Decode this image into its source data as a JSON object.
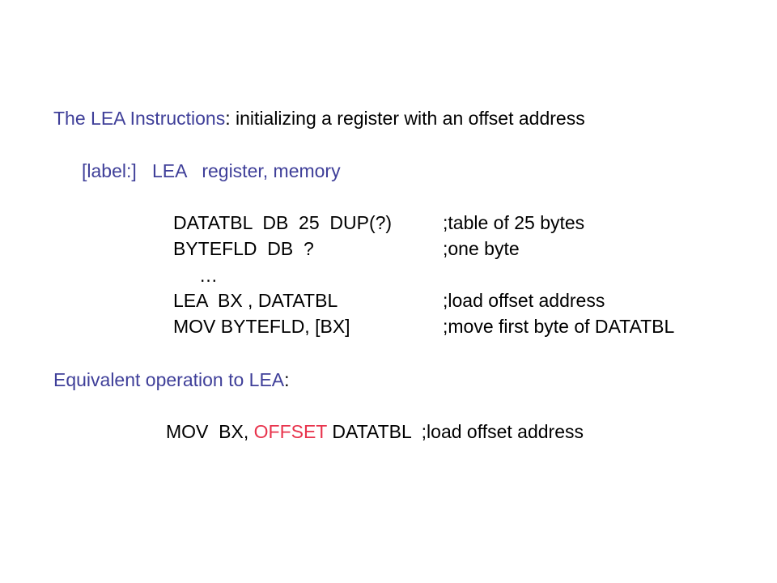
{
  "heading": {
    "title": "The LEA Instructions",
    "separator": ":",
    "description": " initializing a register with an offset address"
  },
  "syntax": {
    "label": "[label:]",
    "mnemonic": "LEA",
    "operands": "register, memory"
  },
  "example": {
    "rows": [
      {
        "code": "DATATBL  DB  25  DUP(?)",
        "comment": ";table of 25 bytes"
      },
      {
        "code": "BYTEFLD  DB  ?",
        "comment": ";one byte"
      },
      {
        "code": "     …",
        "comment": ""
      },
      {
        "code": "LEA  BX , DATATBL",
        "comment": ";load offset address"
      },
      {
        "code": "MOV BYTEFLD, [BX]",
        "comment": ";move first byte of DATATBL"
      }
    ]
  },
  "equivalent": {
    "title": "Equivalent operation to LEA",
    "separator": ":",
    "code_prefix": "MOV  BX, ",
    "keyword": "OFFSET",
    "code_suffix": " DATATBL  ;load offset address"
  },
  "colors": {
    "heading": "#3f3f99",
    "keyword": "#e8334c",
    "text": "#000000",
    "background": "#ffffff"
  }
}
